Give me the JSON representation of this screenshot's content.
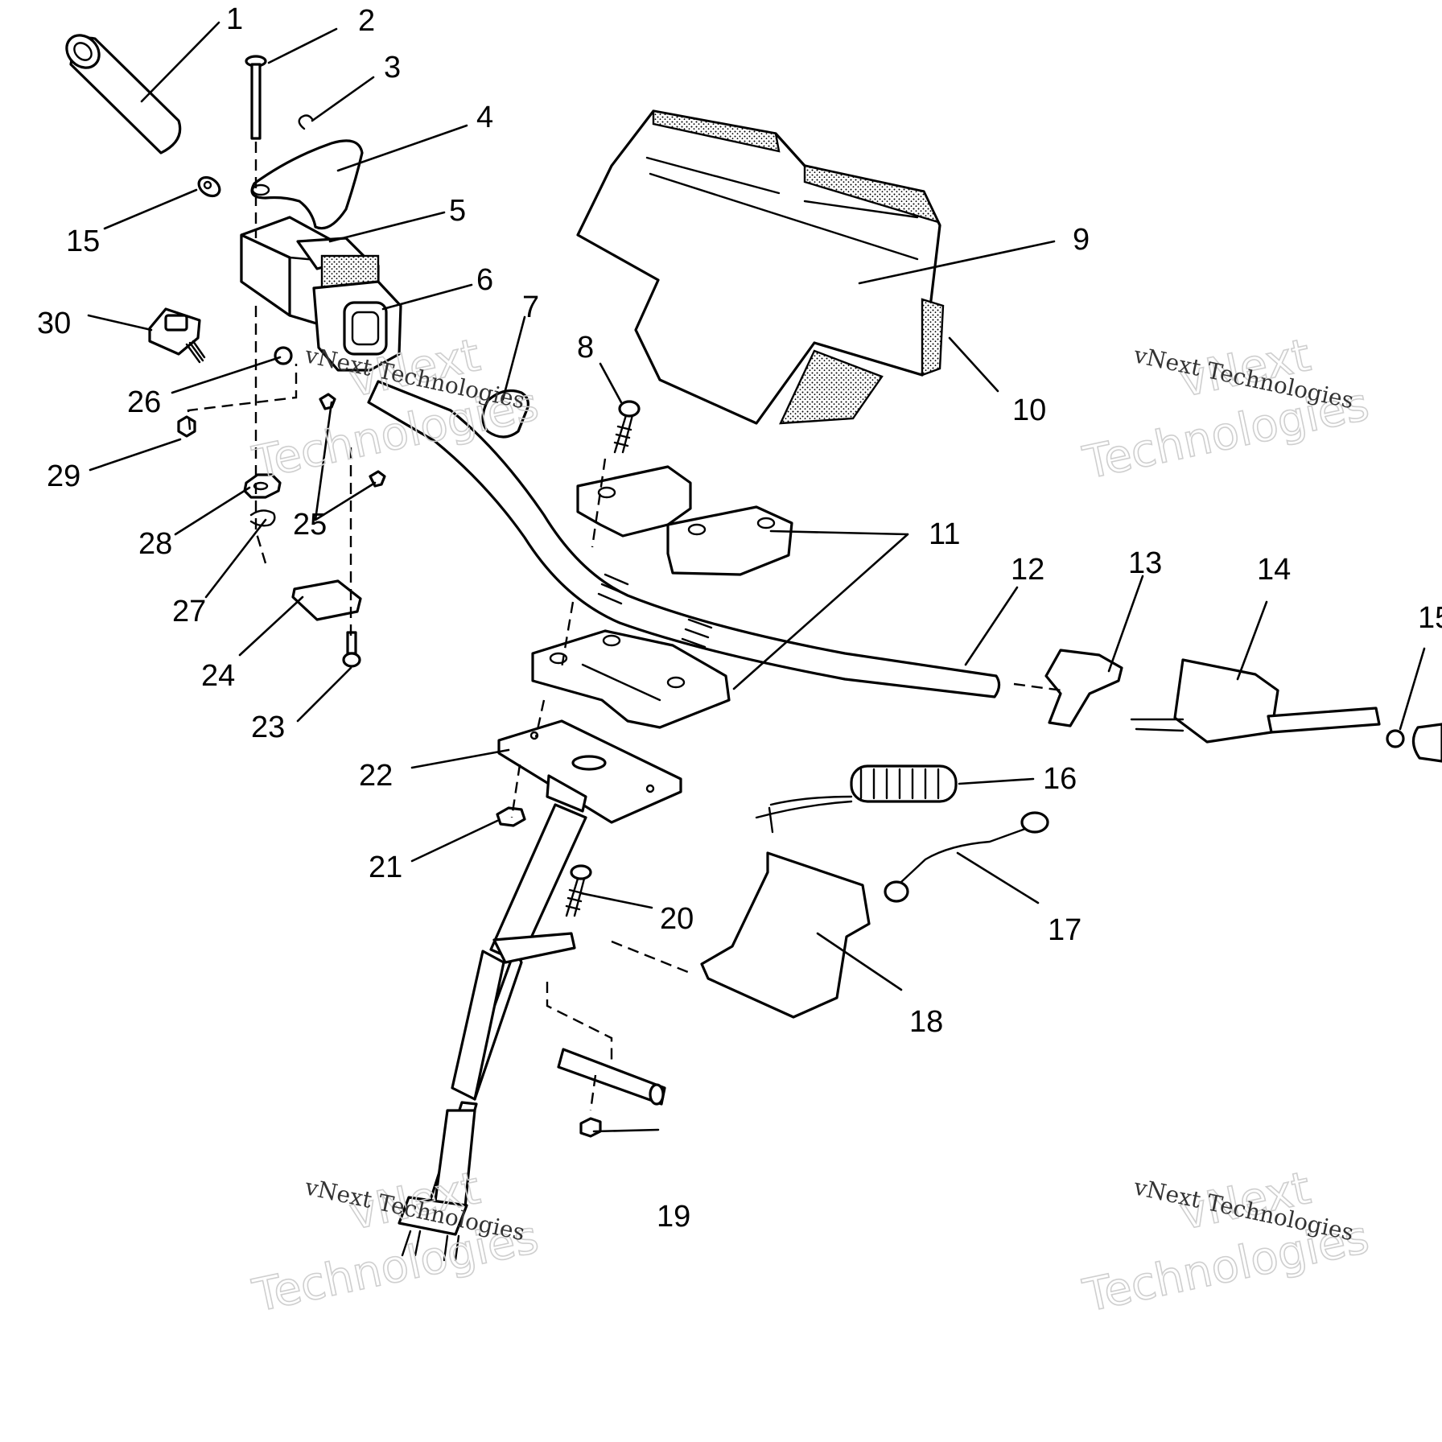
{
  "callouts": [
    {
      "label": "1",
      "part": "handlebar-grip"
    },
    {
      "label": "2",
      "part": "pivot-pin"
    },
    {
      "label": "3",
      "part": "retaining-clip"
    },
    {
      "label": "4",
      "part": "throttle-lever"
    },
    {
      "label": "5",
      "part": "throttle-block-housing"
    },
    {
      "label": "6",
      "part": "switch-cover"
    },
    {
      "label": "7",
      "part": "cable-clamp"
    },
    {
      "label": "8",
      "part": "clamp-bolt"
    },
    {
      "label": "9",
      "part": "handlebar-pad"
    },
    {
      "label": "10",
      "part": "pad-foam"
    },
    {
      "label": "11",
      "part": "handlebar-clamps"
    },
    {
      "label": "12",
      "part": "handlebar"
    },
    {
      "label": "13",
      "part": "brake-lever"
    },
    {
      "label": "14",
      "part": "brake-housing"
    },
    {
      "label": "15",
      "part": "grip-end-plug"
    },
    {
      "label": "16",
      "part": "coil-cord"
    },
    {
      "label": "17",
      "part": "tether-lanyard"
    },
    {
      "label": "18",
      "part": "mounting-bracket"
    },
    {
      "label": "19",
      "part": "lock-nut"
    },
    {
      "label": "20",
      "part": "bracket-screw"
    },
    {
      "label": "21",
      "part": "nut"
    },
    {
      "label": "22",
      "part": "steering-post-plate"
    },
    {
      "label": "23",
      "part": "cover-screw"
    },
    {
      "label": "24",
      "part": "cover-plate"
    },
    {
      "label": "25",
      "part": "screws"
    },
    {
      "label": "26",
      "part": "washer"
    },
    {
      "label": "27",
      "part": "e-clip"
    },
    {
      "label": "28",
      "part": "hex-nut"
    },
    {
      "label": "29",
      "part": "small-nut"
    },
    {
      "label": "30",
      "part": "kill-switch"
    }
  ],
  "watermark": {
    "small": "vNext Technologies",
    "big_top": "vNext",
    "big_bottom": "Technologies"
  }
}
